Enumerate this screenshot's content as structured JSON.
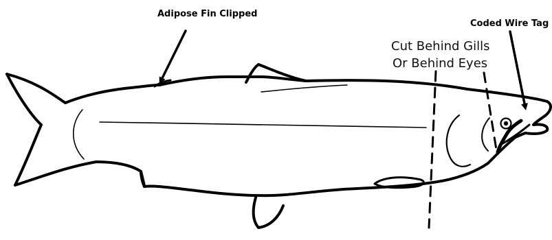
{
  "labels": {
    "adipose": "Adipose Fin Clipped",
    "tag": "Coded Wire Tag",
    "cut_line1": "Cut Behind Gills",
    "cut_line2": "Or Behind Eyes"
  },
  "colors": {
    "ink": "#000000",
    "background": "#ffffff"
  }
}
